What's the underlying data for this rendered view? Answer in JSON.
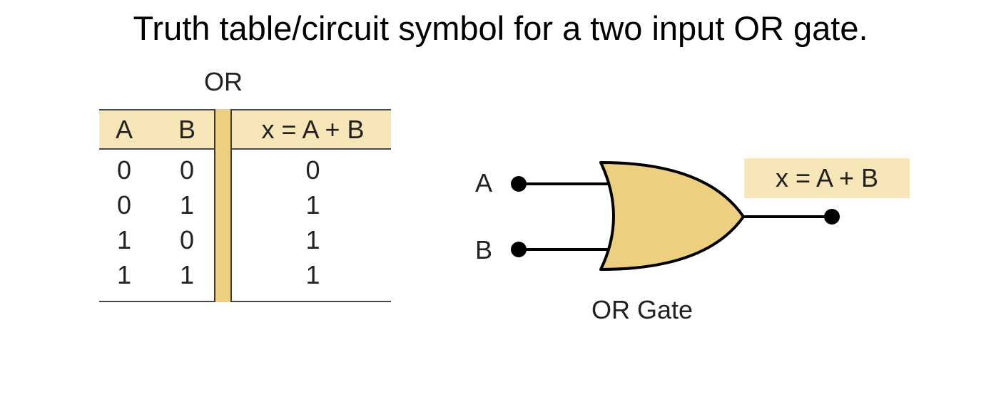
{
  "title": "Truth table/circuit symbol for a two input OR gate.",
  "truth_table": {
    "caption": "OR",
    "headers": [
      "A",
      "B",
      "x = A + B"
    ],
    "rows": [
      [
        "0",
        "0",
        "0"
      ],
      [
        "0",
        "1",
        "1"
      ],
      [
        "1",
        "0",
        "1"
      ],
      [
        "1",
        "1",
        "1"
      ]
    ]
  },
  "gate": {
    "input_a_label": "A",
    "input_b_label": "B",
    "output_label": "x = A + B",
    "caption": "OR Gate"
  },
  "colors": {
    "gate_fill": "#ecd080",
    "highlight_fill": "#f7e6b8",
    "line": "#000000"
  }
}
